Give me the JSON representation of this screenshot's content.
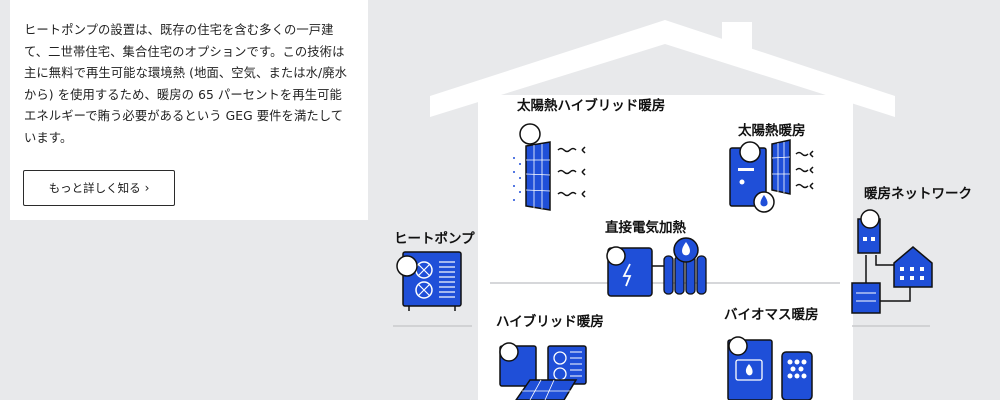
{
  "intro": {
    "text": "ヒートポンプの設置は、既存の住宅を含む多くの一戸建て、二世帯住宅、集合住宅のオプションです。この技術は主に無料で再生可能な環境熱 (地面、空気、または水/廃水から) を使用するため、暖房の 65 パーセントを再生可能エネルギーで賄う必要があるという GEG 要件を満たしています。",
    "button_label": "もっと詳しく知る"
  },
  "systems": {
    "solar_hybrid": "太陽熱ハイブリッド暖房",
    "solar_thermal": "太陽熱暖房",
    "heating_network": "暖房ネットワーク",
    "heat_pump": "ヒートポンプ",
    "direct_electric": "直接電気加熱",
    "hybrid": "ハイブリッド暖房",
    "biomass": "バイオマス暖房"
  },
  "colors": {
    "brand_blue": "#1f4fd8",
    "background": "#e8e9eb",
    "house_white": "#ffffff"
  }
}
